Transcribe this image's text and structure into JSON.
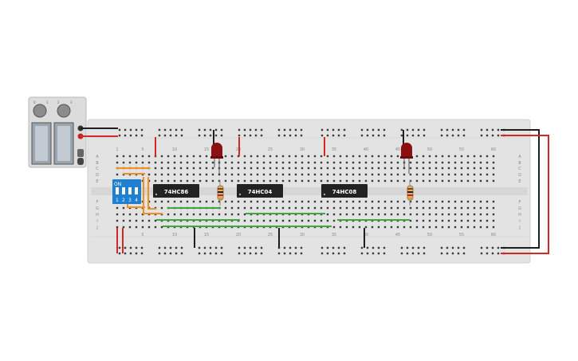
{
  "colors": {
    "board": "#e3e3e3",
    "hole": "#3a3a3a",
    "rail_red": "#d42828",
    "rail_black": "#222222",
    "wire_red": "#d42828",
    "wire_black": "#1e1e1e",
    "wire_green": "#3ba83b",
    "wire_orange": "#f0901e",
    "chip": "#222222",
    "dip_switch": "#1f7fd0",
    "led": "#8c1010",
    "supply": "#dcdcdc"
  },
  "breadboard": {
    "column_labels_top": [
      "1",
      "5",
      "10",
      "15",
      "20",
      "25",
      "30",
      "35",
      "40",
      "45",
      "50",
      "55",
      "60"
    ],
    "column_labels_bottom": [
      "5",
      "10",
      "15",
      "20",
      "25",
      "30",
      "35",
      "40",
      "45",
      "50",
      "55",
      "60"
    ],
    "row_labels_top": [
      "A",
      "B",
      "C",
      "D",
      "E"
    ],
    "row_labels_bottom": [
      "F",
      "G",
      "H",
      "I",
      "J"
    ]
  },
  "components": {
    "chips": [
      {
        "label": "74HC86"
      },
      {
        "label": "74HC04"
      },
      {
        "label": "74HC08"
      }
    ],
    "dip_switch": {
      "on_label": "ON",
      "numbers": [
        "1",
        "2",
        "3",
        "4"
      ]
    },
    "power_supply": {
      "knob_marks": [
        "0",
        "1",
        "2",
        "3"
      ]
    }
  }
}
